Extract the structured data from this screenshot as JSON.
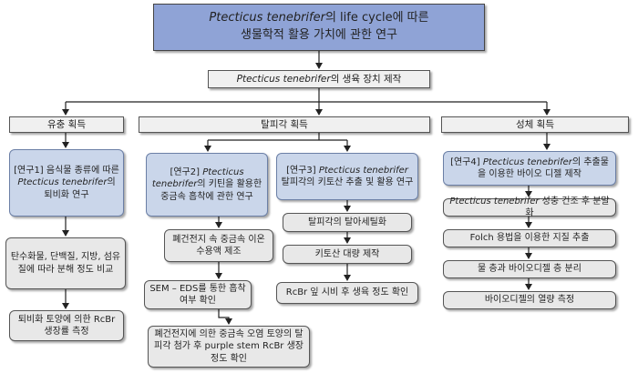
{
  "title": {
    "line1_italic": "Ptecticus tenebrifer",
    "line1_rest": "의 life cycle에 따른",
    "line2": "생물학적 활용 가치에 관한 연구"
  },
  "rearing": {
    "italic": "Ptecticus tenebrifer",
    "rest": "의 생육 장치 제작"
  },
  "branches": {
    "larva": "유충 획득",
    "exuviae": "탈피각 획득",
    "adult": "성체 획득"
  },
  "larva_col": {
    "study1_prefix": "[연구1] 음식물 종류에 따른 ",
    "study1_italic": "Ptecticus tenebrifer",
    "study1_suffix": "의 퇴비화 연구",
    "step1": "탄수화물, 단백질, 지방, 섬유질에 따라 분해 정도 비교",
    "step2": "퇴비화 토양에 의한 RcBr 생장률 측정"
  },
  "exuviae_col": {
    "study2_prefix": "[연구2] ",
    "study2_italic": "Ptecticus tenebrifer",
    "study2_suffix": "의 키틴을 활용한 중금속 흡착에 관한 연구",
    "s2_step1": "폐건전지 속 중금속 이온 수용액 제조",
    "s2_step2": "SEM – EDS를 통한 흡착 여부 확인",
    "s2_step3": "폐건전지에 의한 중금속 오염 토양의 탈피각 첨가 후 purple stem RcBr 생장 정도 확인",
    "study3_prefix": "[연구3] ",
    "study3_italic": "Ptecticus tenebrifer",
    "study3_suffix": " 탈피각의 키토산 추출 및 활용 연구",
    "s3_step1": "탈피각의 탈아세틸화",
    "s3_step2": "키토산 대량 제작",
    "s3_step3": "RcBr 잎 시비 후 생육 정도 확인"
  },
  "adult_col": {
    "study4_prefix": "[연구4] ",
    "study4_italic": "Ptecticus tenebrifer",
    "study4_suffix": "의 추출물을 이용한 바이오 디젤 제작",
    "step1_italic": "Ptecticus tenebrifer",
    "step1_rest": " 성충 건조 후 분말화",
    "step2": "Folch 용법을 이용한 지질 추출",
    "step3": "물 층과 바이오디젤 층 분리",
    "step4": "바이오디젤의 열량 측정"
  },
  "colors": {
    "title_fill": "#8fa3d6",
    "study_fill": "#cad6ea",
    "step_fill": "#e8e8e8",
    "line": "#222222"
  }
}
